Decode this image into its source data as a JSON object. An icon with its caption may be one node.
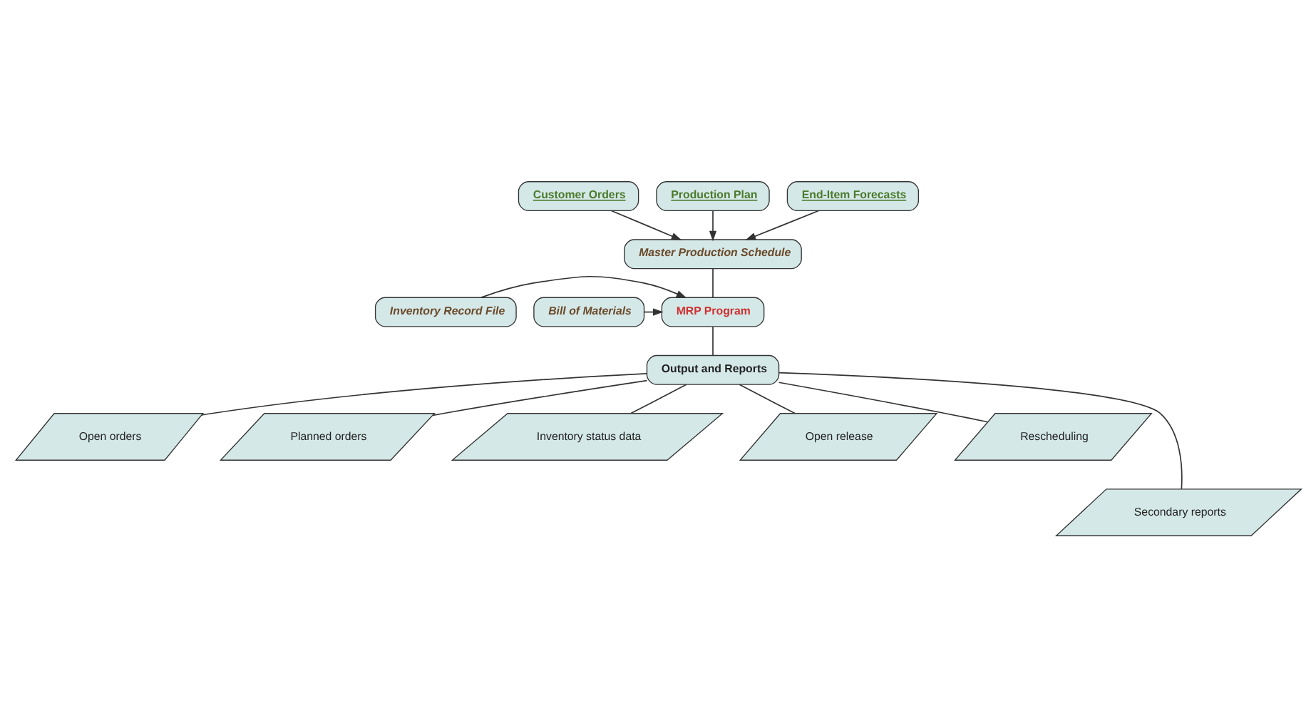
{
  "diagram": {
    "nodes": [
      {
        "text": [
          "Customer Orders"
        ]
      },
      {
        "text": [
          "Production Plan"
        ]
      },
      {
        "text": [
          "End-Item Forecasts"
        ]
      },
      {
        "text": [
          "Master Production Schedule"
        ]
      },
      {
        "text": [
          "Inventory Record File"
        ]
      },
      {
        "text": [
          "MRP Program"
        ]
      },
      {
        "text": [
          "Bill of Materials"
        ]
      },
      {
        "text": [
          "Output and Reports"
        ]
      },
      {
        "text": [
          "Open orders"
        ]
      },
      {
        "text": [
          "Planned orders"
        ]
      },
      {
        "text": [
          "Inventory status data"
        ]
      },
      {
        "text": [
          "Open release"
        ]
      },
      {
        "text": [
          "Rescheduling"
        ]
      },
      {
        "text": [
          "Secondary reports"
        ]
      }
    ],
    "edges": [
      {
        "from": 0,
        "to": 3,
        "arrow": "to"
      },
      {
        "from": 1,
        "to": 3,
        "arrow": "to"
      },
      {
        "from": 2,
        "to": 3,
        "arrow": "to"
      },
      {
        "from": 3,
        "to": 5,
        "arrow": "none"
      },
      {
        "from": 4,
        "to": 5,
        "arrow": "to"
      },
      {
        "from": 6,
        "to": 5,
        "arrow": "to"
      },
      {
        "from": 5,
        "to": 7,
        "arrow": "none"
      },
      {
        "from": 7,
        "to": 8,
        "arrow": "none"
      },
      {
        "from": 7,
        "to": 9,
        "arrow": "none"
      },
      {
        "from": 7,
        "to": 10,
        "arrow": "none"
      },
      {
        "from": 7,
        "to": 11,
        "arrow": "none"
      },
      {
        "from": 7,
        "to": 12,
        "arrow": "none"
      },
      {
        "from": 7,
        "to": 13,
        "arrow": "none"
      }
    ]
  }
}
